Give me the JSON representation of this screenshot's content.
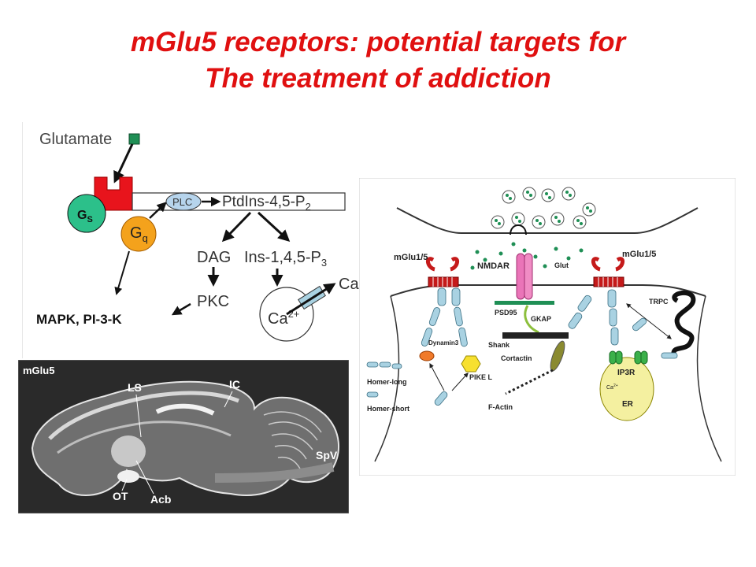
{
  "slide": {
    "title_line1": "mGlu5 receptors: potential targets for",
    "title_line2": "The treatment of addiction"
  },
  "signaling": {
    "glutamate": "Glutamate",
    "gs_main": "G",
    "gs_sub": "S",
    "gq_main": "G",
    "gq_sub": "q",
    "plc": "PLC",
    "pip2_main": "PtdIns-4,5-P",
    "pip2_sub": "2",
    "dag": "DAG",
    "ip3_main": "Ins-1,4,5-P",
    "ip3_sub": "3",
    "pkc": "PKC",
    "ca_main": "Ca",
    "ca_sup": "2+",
    "ca_out": "Ca",
    "mapk": "MAPK, PI-3-K"
  },
  "brain": {
    "label": "mGlu5",
    "ls": "LS",
    "ic": "IC",
    "spv": "SpV",
    "ot": "OT",
    "acb": "Acb"
  },
  "synapse": {
    "mglu_left": "mGlu1/5",
    "mglu_right": "mGlu1/5",
    "nmdar": "NMDAR",
    "glut": "Glut",
    "trpc": "TRPC",
    "psd95": "PSD95",
    "gkap": "GKAP",
    "shank": "Shank",
    "cortactin": "Cortactin",
    "dynamin": "Dynamin3",
    "pike": "PIKE L",
    "homer_long": "Homer-long",
    "homer_short": "Homer-short",
    "factin": "F-Actin",
    "ip3r": "IP3R",
    "er": "ER",
    "ca_ion": "Ca",
    "ca_ion_sup": "2+"
  },
  "colors": {
    "title": "#e01010",
    "receptor_red": "#e8141c",
    "gs_green": "#2cc08a",
    "gq_orange": "#f4a21c",
    "plc_blue": "#b6d4ec",
    "homer_blue": "#a9d2e2",
    "er_yellow": "#f4f0a0",
    "nmdar_pink": "#ea74b8"
  }
}
